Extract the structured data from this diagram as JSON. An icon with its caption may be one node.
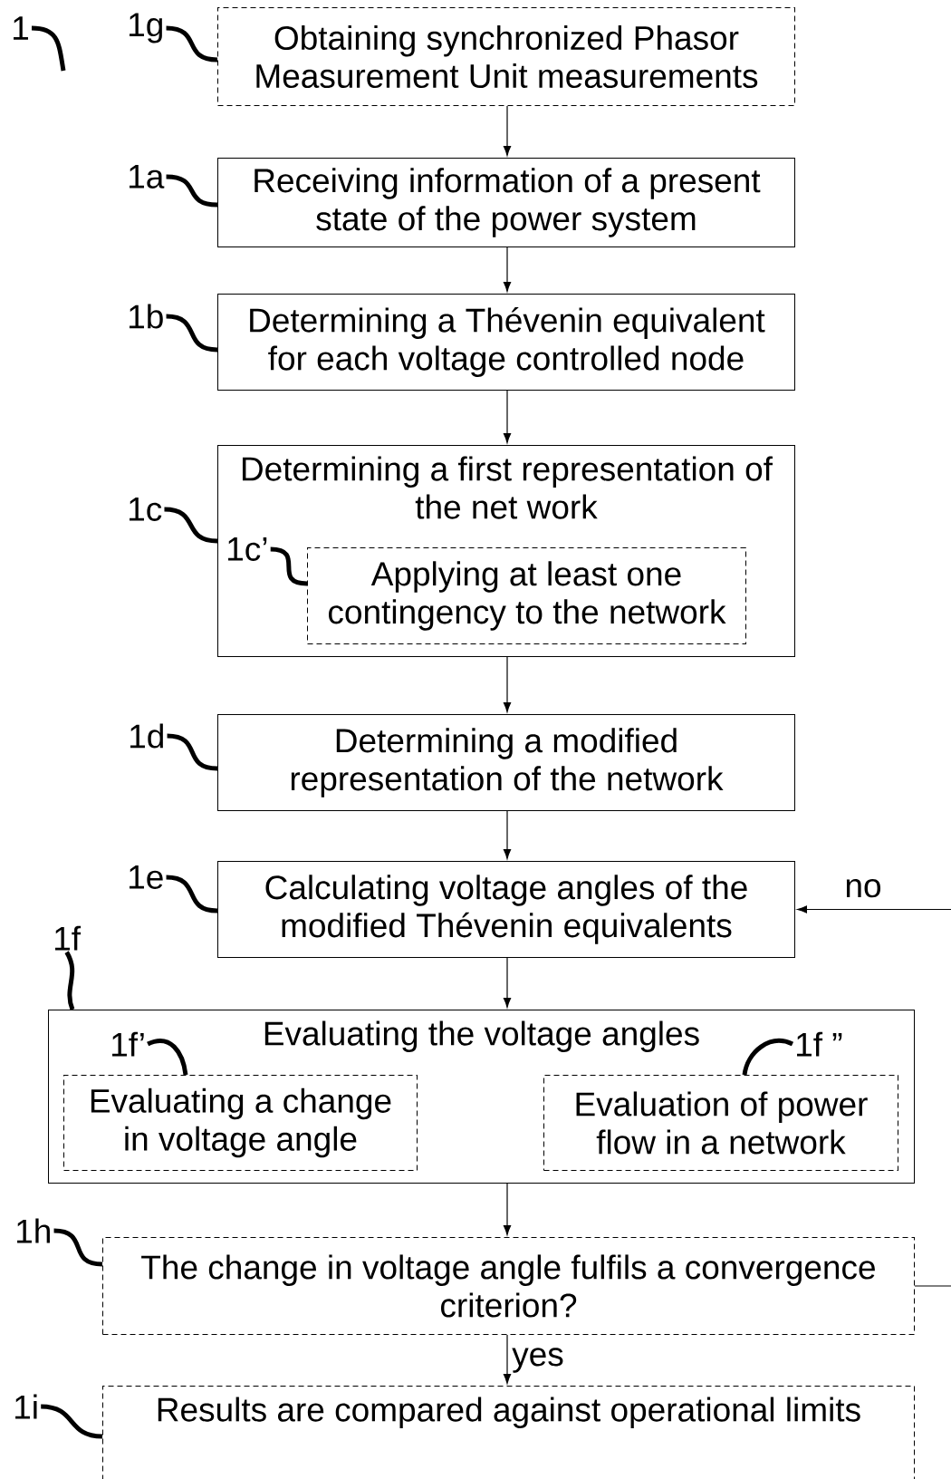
{
  "diagram": {
    "nodes": [
      {
        "text": [
          "Obtaining synchronized Phasor Measurement Unit measurements"
        ]
      },
      {
        "text": [
          "Receiving information of a present state of the power system"
        ]
      },
      {
        "text": [
          "Determining a Thévenin equivalent for each voltage controlled node"
        ]
      },
      {
        "text": [
          "Determining a first representation of the net work"
        ]
      },
      {
        "text": [
          "Applying at least one contingency to the network"
        ],
        "in": 3
      },
      {
        "text": [
          "Determining a modified representation of the network"
        ]
      },
      {
        "text": [
          "Calculating voltage angles of the modified Thévenin equivalents"
        ]
      },
      {
        "text": [
          "Evaluating the voltage angles"
        ]
      },
      {
        "text": [
          "Evaluating a change in voltage angle"
        ],
        "in": 7
      },
      {
        "text": [
          "Evaluation of power flow in a network"
        ],
        "in": 7
      },
      {
        "text": [
          "The change in voltage angle fulfils a convergence criterion?"
        ]
      },
      {
        "text": [
          "Results are compared against operational limits"
        ]
      },
      {
        "text": [
          "1"
        ]
      },
      {
        "text": [
          "1g"
        ]
      },
      {
        "text": [
          "1a"
        ]
      },
      {
        "text": [
          "1b"
        ]
      },
      {
        "text": [
          "1c"
        ]
      },
      {
        "text": [
          "1c’"
        ],
        "in": 3
      },
      {
        "text": [
          "1d"
        ]
      },
      {
        "text": [
          "1e"
        ]
      },
      {
        "text": [
          "1f"
        ]
      },
      {
        "text": [
          "1f’"
        ],
        "in": 7
      },
      {
        "text": [
          "1f ”"
        ],
        "in": 7
      },
      {
        "text": [
          "1h"
        ]
      },
      {
        "text": [
          "1i"
        ]
      }
    ],
    "edges": [
      {
        "from": 0,
        "to": 1,
        "arrow": "to"
      },
      {
        "from": 1,
        "to": 2,
        "arrow": "to"
      },
      {
        "from": 2,
        "to": 3,
        "arrow": "to"
      },
      {
        "from": 3,
        "to": 5,
        "arrow": "to"
      },
      {
        "from": 5,
        "to": 6,
        "arrow": "to"
      },
      {
        "from": 6,
        "to": 7,
        "arrow": "to"
      },
      {
        "from": 7,
        "to": 10,
        "arrow": "to"
      },
      {
        "from": 10,
        "to": 11,
        "arrow": "to",
        "label": "yes"
      },
      {
        "from": 10,
        "to": 6,
        "arrow": "to",
        "label": "no"
      },
      {
        "from": 12,
        "to": null,
        "arrow": "none"
      },
      {
        "from": 13,
        "to": 0,
        "arrow": "none"
      },
      {
        "from": 14,
        "to": 1,
        "arrow": "none"
      },
      {
        "from": 15,
        "to": 2,
        "arrow": "none"
      },
      {
        "from": 16,
        "to": 3,
        "arrow": "none"
      },
      {
        "from": 17,
        "to": 4,
        "arrow": "none"
      },
      {
        "from": 18,
        "to": 5,
        "arrow": "none"
      },
      {
        "from": 19,
        "to": 6,
        "arrow": "none"
      },
      {
        "from": 20,
        "to": 7,
        "arrow": "none"
      },
      {
        "from": 21,
        "to": 8,
        "arrow": "none"
      },
      {
        "from": 22,
        "to": 9,
        "arrow": "none"
      },
      {
        "from": 23,
        "to": 10,
        "arrow": "none"
      },
      {
        "from": 24,
        "to": 11,
        "arrow": "none"
      }
    ]
  }
}
